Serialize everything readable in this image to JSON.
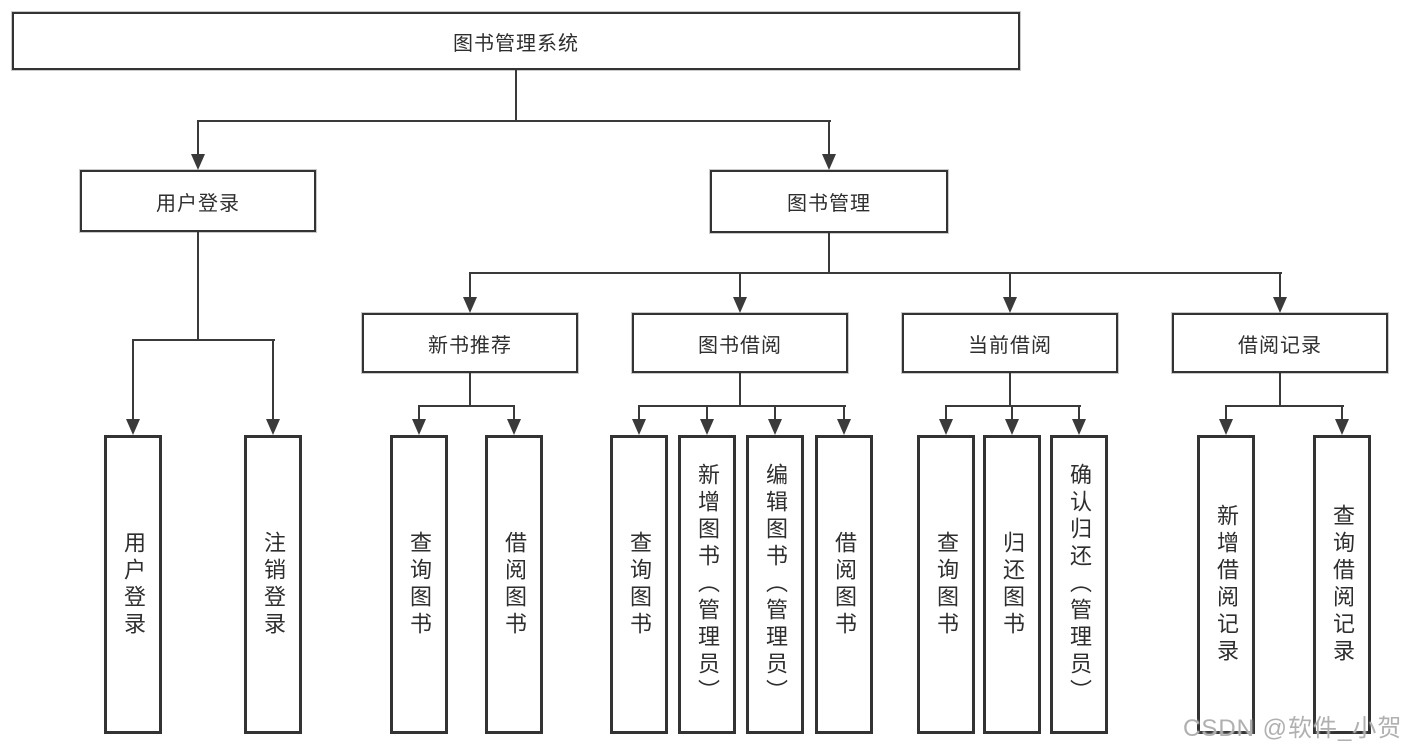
{
  "tree": {
    "root": {
      "label": "图书管理系统"
    },
    "level2": [
      {
        "label": "用户登录"
      },
      {
        "label": "图书管理"
      }
    ],
    "level3": [
      {
        "label": "新书推荐"
      },
      {
        "label": "图书借阅"
      },
      {
        "label": "当前借阅"
      },
      {
        "label": "借阅记录"
      }
    ],
    "leaves_login": [
      {
        "label": "用户登录"
      },
      {
        "label": "注销登录"
      }
    ],
    "leaves_recommend": [
      {
        "label": "查询图书"
      },
      {
        "label": "借阅图书"
      }
    ],
    "leaves_borrow": [
      {
        "label": "查询图书"
      },
      {
        "label": "新增图书（管理员）"
      },
      {
        "label": "编辑图书（管理员）"
      },
      {
        "label": "借阅图书"
      }
    ],
    "leaves_current": [
      {
        "label": "查询图书"
      },
      {
        "label": "归还图书"
      },
      {
        "label": "确认归还（管理员）"
      }
    ],
    "leaves_records": [
      {
        "label": "新增借阅记录"
      },
      {
        "label": "查询借阅记录"
      }
    ]
  },
  "watermark": {
    "text": "CSDN @软件_小贺同学"
  },
  "colors": {
    "line": "#3a3a3a",
    "border": "#333333",
    "text": "#2e2e2e",
    "watermark": "#b0b0b0",
    "background": "#ffffff"
  }
}
